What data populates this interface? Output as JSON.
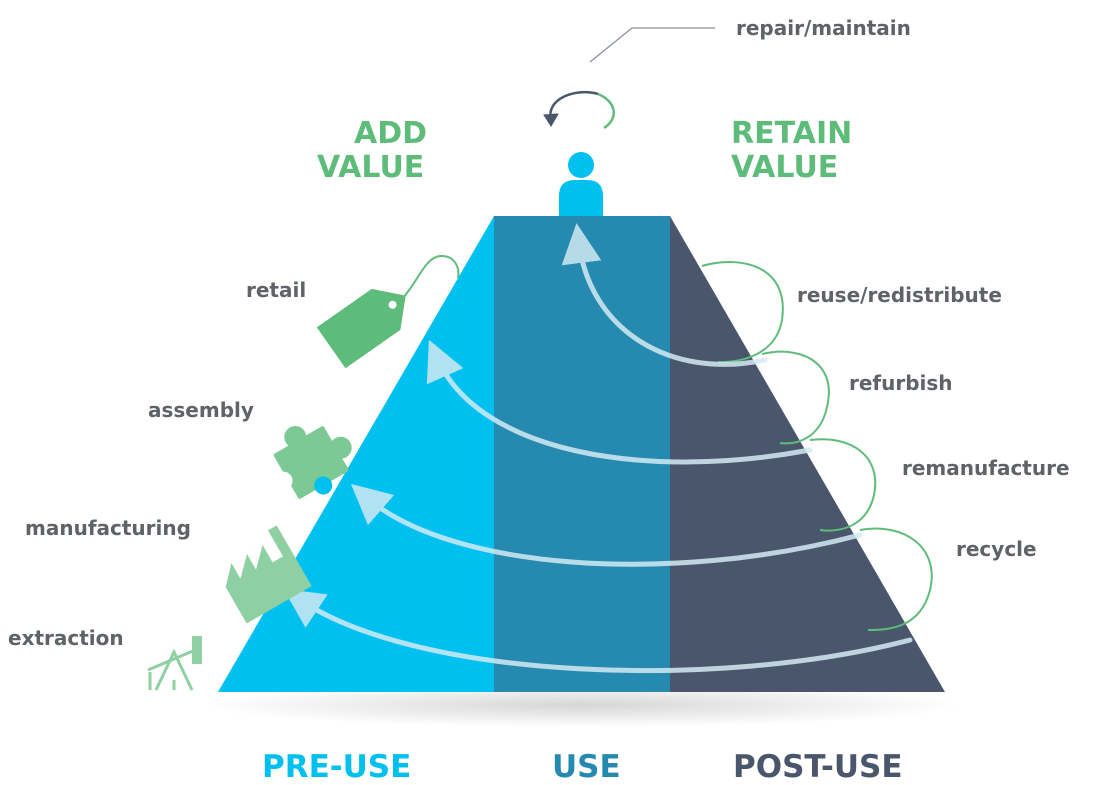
{
  "colors": {
    "pre_use": "#00c0f0",
    "use": "#2589b0",
    "post_use": "#4a566c",
    "green": "#5ebc7a",
    "label_gray": "#5f6266"
  },
  "headings": {
    "add_value_1": "ADD",
    "add_value_2": "VALUE",
    "retain_value_1": "RETAIN",
    "retain_value_2": "VALUE"
  },
  "left_stages": {
    "retail": "retail",
    "assembly": "assembly",
    "manufacturing": "manufacturing",
    "extraction": "extraction"
  },
  "right_stages": {
    "repair": "repair/maintain",
    "reuse": "reuse/redistribute",
    "refurbish": "refurbish",
    "remanufacture": "remanufacture",
    "recycle": "recycle"
  },
  "phases": {
    "pre_use": "PRE-USE",
    "use": "USE",
    "post_use": "POST-USE"
  },
  "icons": [
    "price-tag-icon",
    "puzzle-piece-icon",
    "factory-icon",
    "oil-pump-icon",
    "person-icon",
    "cycle-arrow-icon"
  ]
}
